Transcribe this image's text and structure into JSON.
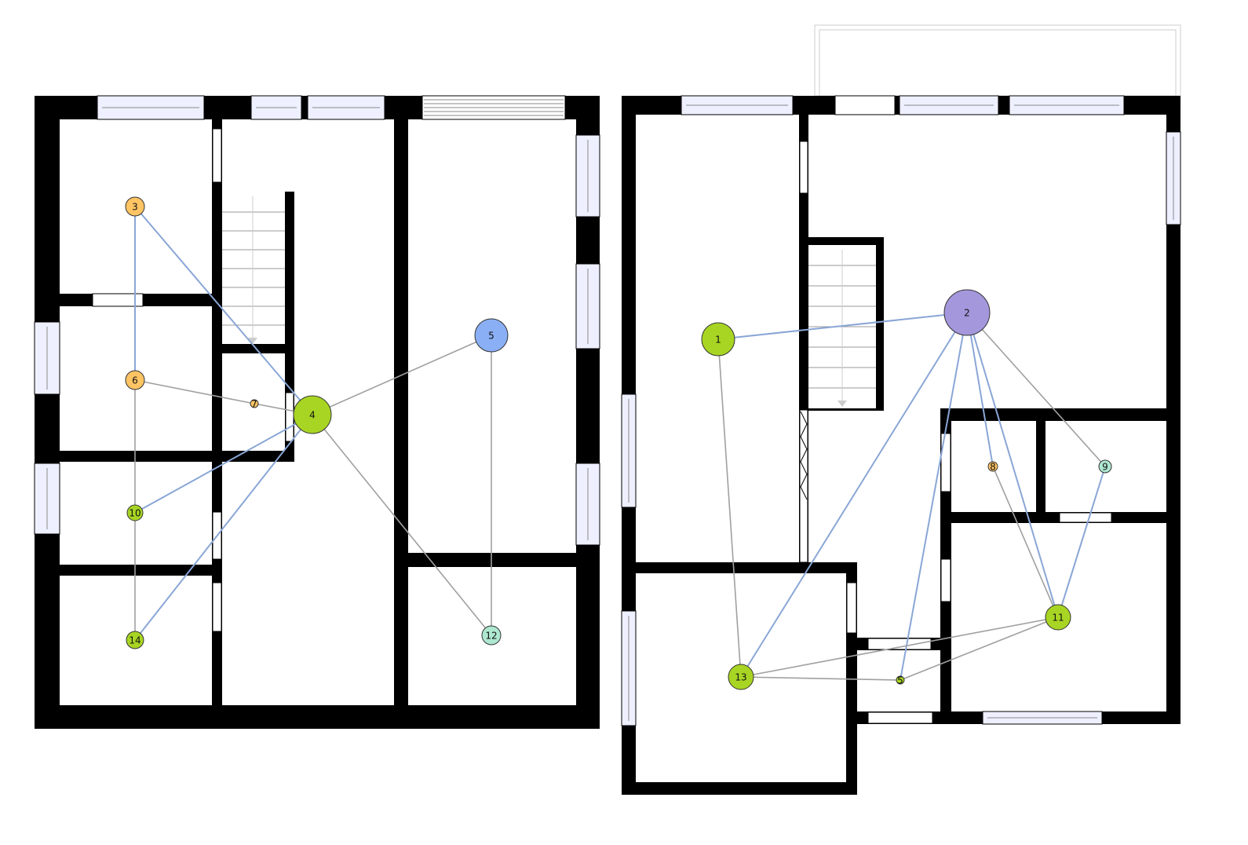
{
  "colors": {
    "wall": "#000000",
    "window_fill": "#eef0ff",
    "edge_gray": "#a0a0a0",
    "edge_blue": "#8aa6d6"
  },
  "nodes": [
    {
      "id": "1",
      "label": "1",
      "color": "#a8d523"
    },
    {
      "id": "2",
      "label": "2",
      "color": "#a597dc"
    },
    {
      "id": "3",
      "label": "3",
      "color": "#ffc464"
    },
    {
      "id": "4",
      "label": "4",
      "color": "#a8d523"
    },
    {
      "id": "5",
      "label": "5",
      "color": "#8aaff5"
    },
    {
      "id": "6",
      "label": "6",
      "color": "#ffc464"
    },
    {
      "id": "7",
      "label": "7",
      "color": "#ffc464"
    },
    {
      "id": "8",
      "label": "8",
      "color": "#ffc464"
    },
    {
      "id": "9",
      "label": "9",
      "color": "#aee8d0"
    },
    {
      "id": "10",
      "label": "10",
      "color": "#a8d523"
    },
    {
      "id": "11",
      "label": "11",
      "color": "#a8d523"
    },
    {
      "id": "12",
      "label": "12",
      "color": "#aee8d0"
    },
    {
      "id": "13",
      "label": "13",
      "color": "#a8d523"
    },
    {
      "id": "14",
      "label": "14",
      "color": "#a8d523"
    },
    {
      "id": "15",
      "label": "5",
      "color": "#a8d523"
    }
  ],
  "edges": [
    {
      "from": "3",
      "to": "6",
      "kind": "blue"
    },
    {
      "from": "3",
      "to": "4",
      "kind": "blue"
    },
    {
      "from": "6",
      "to": "7",
      "kind": "gray"
    },
    {
      "from": "7",
      "to": "4",
      "kind": "gray"
    },
    {
      "from": "6",
      "to": "10",
      "kind": "gray"
    },
    {
      "from": "10",
      "to": "14",
      "kind": "gray"
    },
    {
      "from": "10",
      "to": "4",
      "kind": "blue"
    },
    {
      "from": "14",
      "to": "4",
      "kind": "blue"
    },
    {
      "from": "4",
      "to": "5",
      "kind": "gray"
    },
    {
      "from": "4",
      "to": "12",
      "kind": "gray"
    },
    {
      "from": "5",
      "to": "12",
      "kind": "gray"
    },
    {
      "from": "1",
      "to": "2",
      "kind": "blue"
    },
    {
      "from": "1",
      "to": "13",
      "kind": "gray"
    },
    {
      "from": "2",
      "to": "13",
      "kind": "blue"
    },
    {
      "from": "2",
      "to": "15",
      "kind": "blue"
    },
    {
      "from": "2",
      "to": "8",
      "kind": "blue"
    },
    {
      "from": "2",
      "to": "11",
      "kind": "blue"
    },
    {
      "from": "2",
      "to": "9",
      "kind": "gray"
    },
    {
      "from": "8",
      "to": "11",
      "kind": "gray"
    },
    {
      "from": "9",
      "to": "11",
      "kind": "blue"
    },
    {
      "from": "13",
      "to": "11",
      "kind": "gray"
    },
    {
      "from": "13",
      "to": "15",
      "kind": "gray"
    },
    {
      "from": "15",
      "to": "11",
      "kind": "gray"
    }
  ]
}
